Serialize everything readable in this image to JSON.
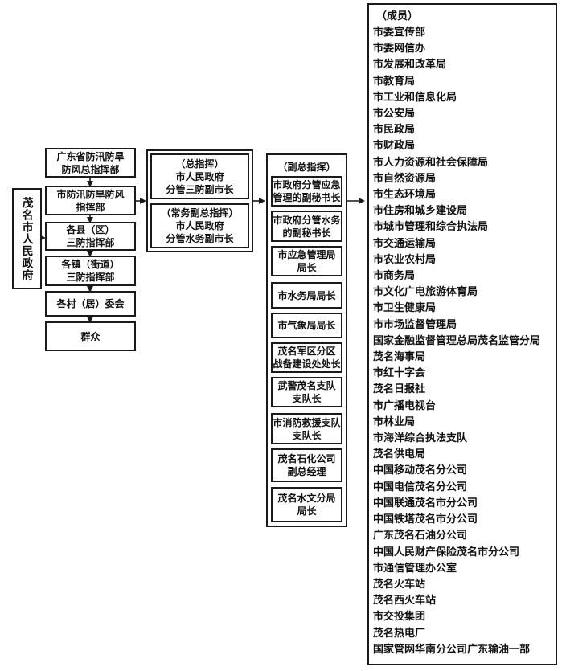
{
  "government": "茂名市人民政府",
  "command_chain": [
    [
      "广东省防汛防旱",
      "防风总指挥部"
    ],
    [
      "市防汛防旱防风",
      "指挥部"
    ],
    [
      "各县（区）",
      "三防指挥部"
    ],
    [
      "各镇（街道）",
      "三防指挥部"
    ],
    [
      "各村（居）委会"
    ],
    [
      "群众"
    ]
  ],
  "commander": {
    "title": "（总指挥）",
    "lines": [
      "市人民政府",
      "分管三防副市长"
    ]
  },
  "executive_deputy": {
    "title": "（常务副总指挥）",
    "lines": [
      "市人民政府",
      "分管水务副市长"
    ]
  },
  "deputies": {
    "title": "（副总指挥）",
    "items": [
      [
        "市政府分管应急",
        "管理的副秘书长"
      ],
      [
        "市政府分管水务",
        "的副秘书长"
      ],
      [
        "市应急管理局",
        "局长"
      ],
      [
        "市水务局局长"
      ],
      [
        "市气象局局长"
      ],
      [
        "茂名军区分区",
        "战备建设处处长"
      ],
      [
        "武警茂名支队",
        "支队长"
      ],
      [
        "市消防救援支队",
        "支队长"
      ],
      [
        "茂名石化公司",
        "副总经理"
      ],
      [
        "茂名水文分局",
        "局长"
      ]
    ]
  },
  "members": {
    "title": "（成员）",
    "items": [
      "市委宣传部",
      "市委网信办",
      "市发展和改革局",
      "市教育局",
      "市工业和信息化局",
      "市公安局",
      "市民政局",
      "市财政局",
      "市人力资源和社会保障局",
      "市自然资源局",
      "市生态环境局",
      "市住房和城乡建设局",
      "市城市管理和综合执法局",
      "市交通运输局",
      "市农业农村局",
      "市商务局",
      "市文化广电旅游体育局",
      "市卫生健康局",
      "市市场监督管理局",
      "国家金融监督管理总局茂名监管分局",
      "茂名海事局",
      "市红十字会",
      "茂名日报社",
      "市广播电视台",
      "市林业局",
      "市海洋综合执法支队",
      "茂名供电局",
      "中国移动茂名分公司",
      "中国电信茂名分公司",
      "中国联通茂名市分公司",
      "中国铁塔茂名市分公司",
      "广东茂名石油分公司",
      "中国人民财产保险茂名市分公司",
      "市通信管理办公室",
      "茂名火车站",
      "茂名西火车站",
      "市交投集团",
      "茂名热电厂",
      "国家管网华南分公司广东输油一部"
    ]
  }
}
